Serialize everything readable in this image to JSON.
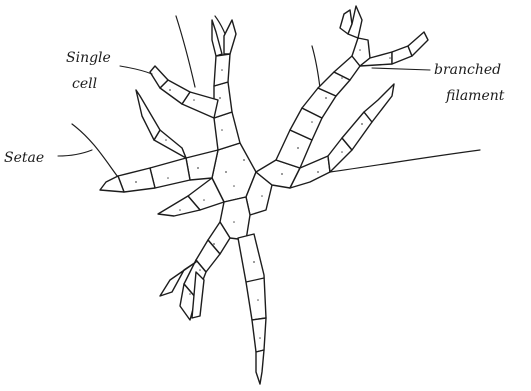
{
  "diagram": {
    "labels": {
      "single_cell": [
        "Single",
        "cell"
      ],
      "setae": "Setae",
      "branched_filament": [
        "branched",
        "filament"
      ]
    },
    "colors": {
      "ink": "#1d1d1d",
      "background": "#ffffff"
    }
  }
}
